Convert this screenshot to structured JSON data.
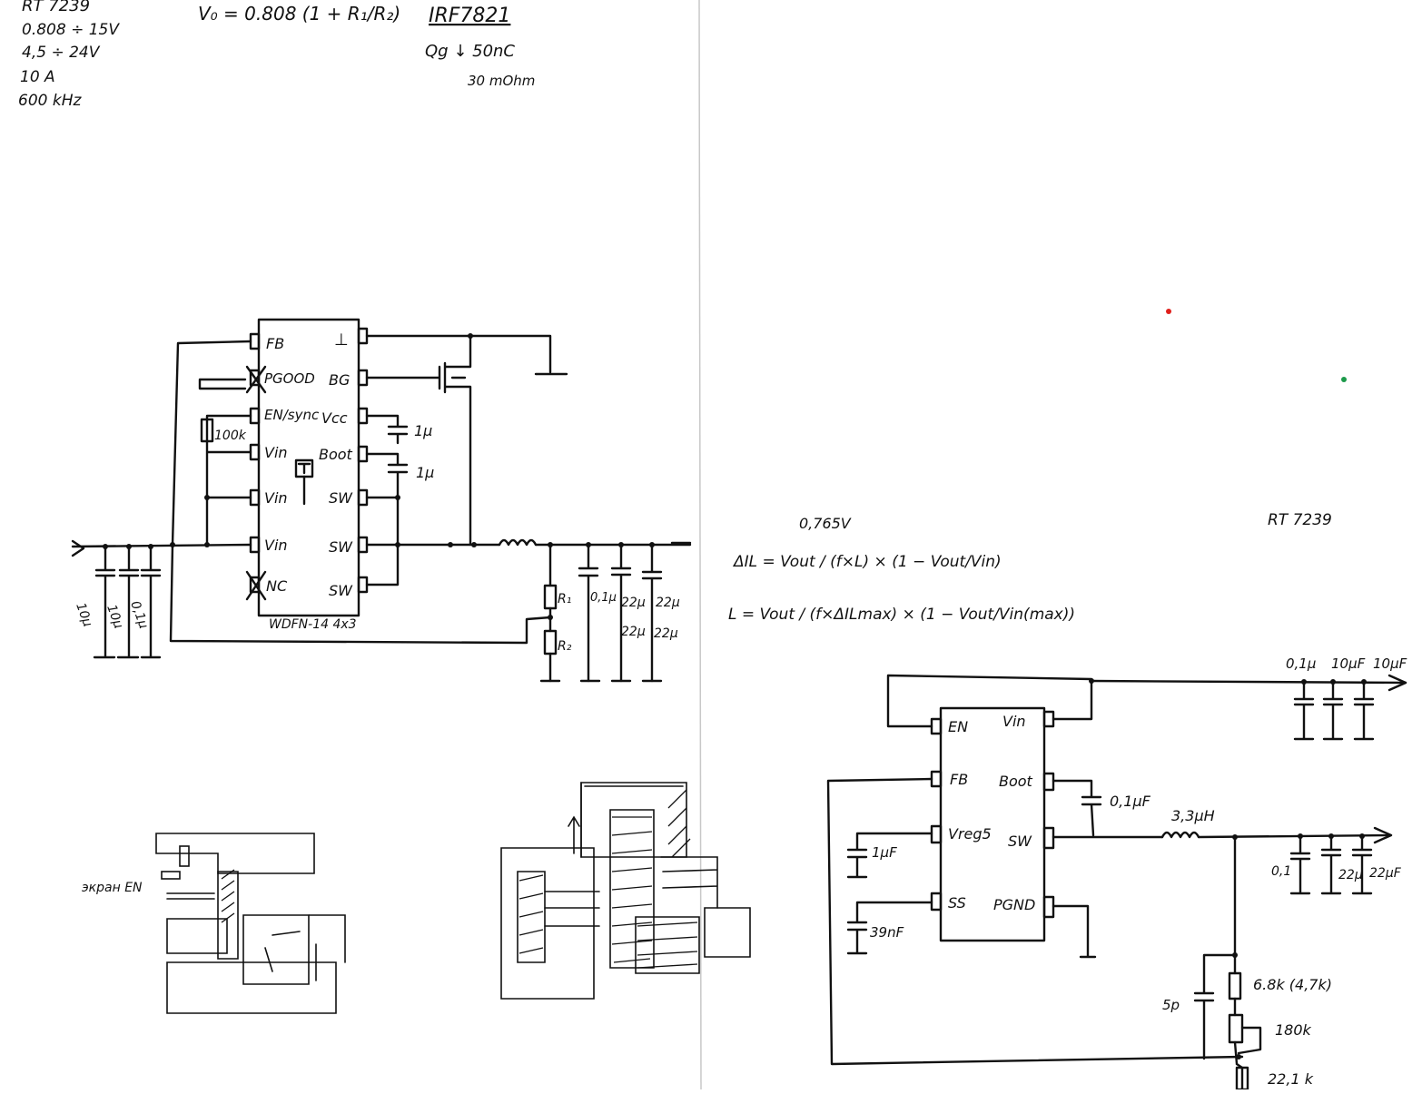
{
  "notes": {
    "part": "RT 7239",
    "vout_range": "0.808 ÷ 15V",
    "vin_range": "4,5 ÷ 24V",
    "current": "10 A",
    "freq": "600 kHz",
    "vo_formula": "V₀ = 0.808 (1 + R₁/R₂)",
    "mosfet": "IRF7821",
    "qg": "Qg ↓ 50nC",
    "rds": "30 mOhm",
    "right_part": "RT 7239",
    "vout_val": "0,765V",
    "delta_il_formula": "ΔIL = Vout / (f×L) × (1 − Vout/Vin)",
    "l_formula": "L = Vout / (f×ΔILmax) × (1 − Vout/Vin(max))"
  },
  "left_ic": {
    "package": "WDFN-14 4x3",
    "pins_left": [
      "FB",
      "PGOOD",
      "EN/sync",
      "Vin",
      "Vin",
      "Vin",
      "NC"
    ],
    "pins_right": [
      "⊥",
      "BG",
      "Vcc",
      "Boot",
      "SW",
      "SW",
      "SW"
    ]
  },
  "left_parts": {
    "r_en": "100k",
    "c_vcc": "1μ",
    "c_boot": "1μ",
    "cin": [
      "10μ",
      "10μ",
      "0,1μ"
    ],
    "r1": "R₁",
    "r2": "R₂",
    "cout": [
      "0,1μ",
      "22μ",
      "22μ",
      "22μ",
      "22μ"
    ]
  },
  "right_ic": {
    "pins_left": [
      "EN",
      "FB",
      "Vreg5",
      "SS"
    ],
    "pins_right": [
      "Vin",
      "Boot",
      "SW",
      "PGND"
    ]
  },
  "right_parts": {
    "cin": [
      "0,1μ",
      "10μF",
      "10μF"
    ],
    "c_boot": "0,1μF",
    "inductor": "3,3μH",
    "c_vreg": "1μF",
    "c_ss": "39nF",
    "cout": [
      "0,1",
      "22μ",
      "22μF"
    ],
    "c_ff": "5p",
    "r_top": "6.8k (4,7k)",
    "r_var": "180k",
    "r_bot": "22,1 k"
  },
  "sketch": {
    "label": "экран EN"
  }
}
